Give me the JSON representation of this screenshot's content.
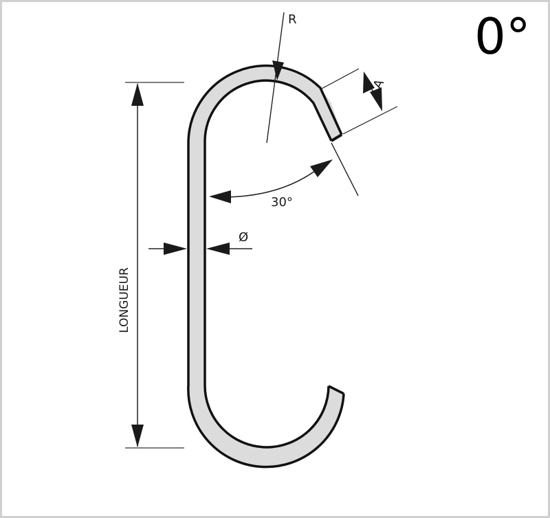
{
  "diagram": {
    "title": "0°",
    "labels": {
      "radius": "R",
      "thickness": "A",
      "angle": "30°",
      "diameter": "Ø",
      "length": "LONGUEUR"
    },
    "colors": {
      "frame": "#d0d0d0",
      "hook_fill": "#dcdcdc",
      "hook_stroke": "#111111",
      "dimension_line": "#1a1a1a",
      "background": "#ffffff"
    },
    "shape": "S-hook / C-hook profile with 0° end twist"
  }
}
